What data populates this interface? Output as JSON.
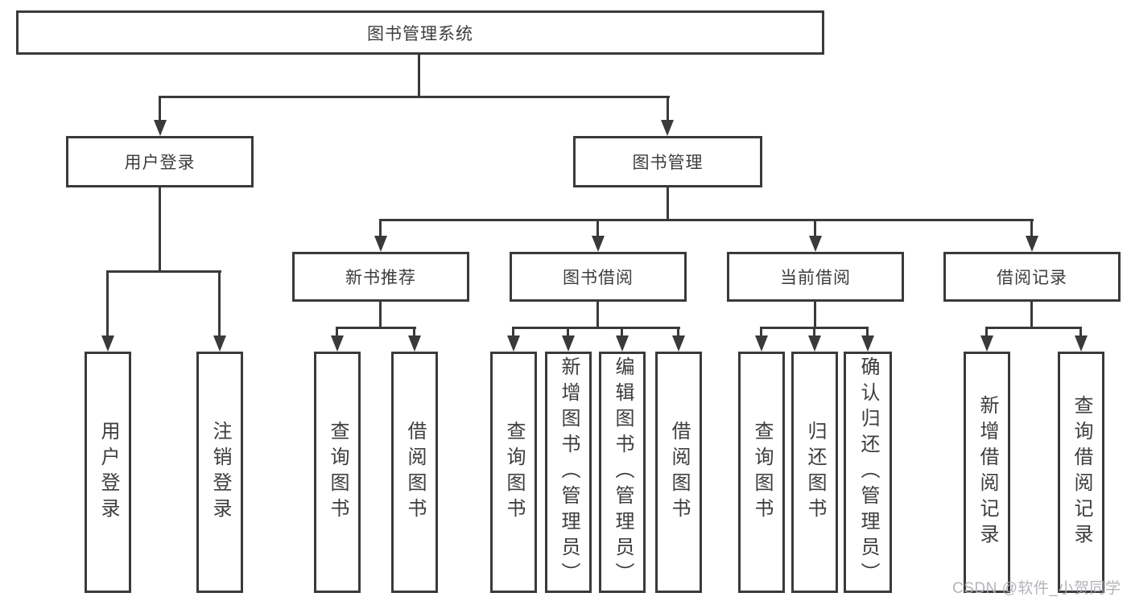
{
  "diagram": {
    "title": "图书管理系统",
    "root": {
      "label": "图书管理系统"
    },
    "level2": [
      {
        "label": "用户登录"
      },
      {
        "label": "图书管理"
      }
    ],
    "level3": [
      {
        "parent": "图书管理",
        "label": "新书推荐"
      },
      {
        "parent": "图书管理",
        "label": "图书借阅"
      },
      {
        "parent": "图书管理",
        "label": "当前借阅"
      },
      {
        "parent": "图书管理",
        "label": "借阅记录"
      }
    ],
    "leaves": [
      {
        "parent": "用户登录",
        "label": "用户登录"
      },
      {
        "parent": "用户登录",
        "label": "注销登录"
      },
      {
        "parent": "新书推荐",
        "label": "查询图书"
      },
      {
        "parent": "新书推荐",
        "label": "借阅图书"
      },
      {
        "parent": "图书借阅",
        "label": "查询图书"
      },
      {
        "parent": "图书借阅",
        "label": "新增图书（管理员）"
      },
      {
        "parent": "图书借阅",
        "label": "编辑图书（管理员）"
      },
      {
        "parent": "图书借阅",
        "label": "借阅图书"
      },
      {
        "parent": "当前借阅",
        "label": "查询图书"
      },
      {
        "parent": "当前借阅",
        "label": "归还图书"
      },
      {
        "parent": "当前借阅",
        "label": "确认归还（管理员）"
      },
      {
        "parent": "借阅记录",
        "label": "新增借阅记录"
      },
      {
        "parent": "借阅记录",
        "label": "查询借阅记录"
      }
    ]
  },
  "watermark": {
    "text": "CSDN @软件_小贺同学"
  },
  "colors": {
    "line": "#3a3a3a",
    "text": "#3d3d3d",
    "background": "#ffffff",
    "watermark": "#acacb4"
  }
}
